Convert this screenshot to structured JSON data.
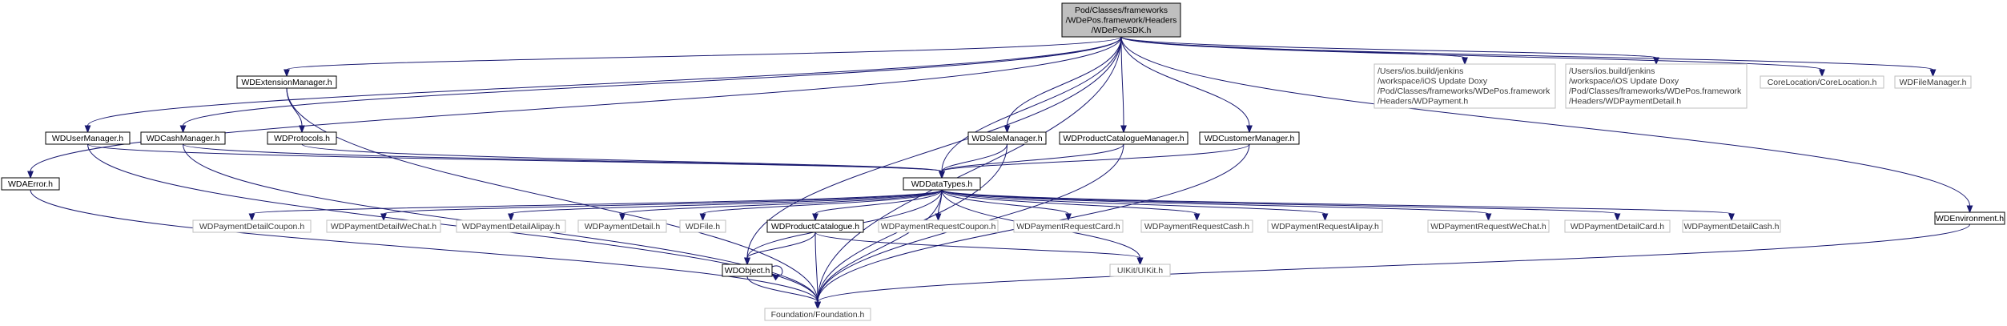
{
  "diagram": {
    "kind": "include-dependency-graph",
    "edge_color": "#191970",
    "root_fill": "#bfbfbf",
    "nodes": [
      {
        "id": "root",
        "lines": [
          "Pod/Classes/frameworks",
          "/WDePos.framework/Headers",
          "/WDePosSDK.h"
        ],
        "style": "root"
      },
      {
        "id": "ext",
        "lines": [
          "WDExtensionManager.h"
        ],
        "style": "solid"
      },
      {
        "id": "user",
        "lines": [
          "WDUserManager.h"
        ],
        "style": "solid"
      },
      {
        "id": "cash",
        "lines": [
          "WDCashManager.h"
        ],
        "style": "solid"
      },
      {
        "id": "proto",
        "lines": [
          "WDProtocols.h"
        ],
        "style": "solid"
      },
      {
        "id": "err",
        "lines": [
          "WDAError.h"
        ],
        "style": "solid"
      },
      {
        "id": "sale",
        "lines": [
          "WDSaleManager.h"
        ],
        "style": "solid"
      },
      {
        "id": "pcm",
        "lines": [
          "WDProductCatalogueManager.h"
        ],
        "style": "solid"
      },
      {
        "id": "cust",
        "lines": [
          "WDCustomerManager.h"
        ],
        "style": "solid"
      },
      {
        "id": "pay1",
        "lines": [
          "/Users/ios.build/jenkins",
          "/workspace/iOS Update Doxy",
          "/Pod/Classes/frameworks/WDePos.framework",
          "/Headers/WDPayment.h"
        ],
        "style": "dim"
      },
      {
        "id": "pay2",
        "lines": [
          "/Users/ios.build/jenkins",
          "/workspace/iOS Update Doxy",
          "/Pod/Classes/frameworks/WDePos.framework",
          "/Headers/WDPaymentDetail.h"
        ],
        "style": "dim"
      },
      {
        "id": "coreloc",
        "lines": [
          "CoreLocation/CoreLocation.h"
        ],
        "style": "dim"
      },
      {
        "id": "filemgr",
        "lines": [
          "WDFileManager.h"
        ],
        "style": "dim"
      },
      {
        "id": "env",
        "lines": [
          "WDEnvironment.h"
        ],
        "style": "solid"
      },
      {
        "id": "types",
        "lines": [
          "WDDataTypes.h"
        ],
        "style": "solid"
      },
      {
        "id": "dcoupon",
        "lines": [
          "WDPaymentDetailCoupon.h"
        ],
        "style": "dim"
      },
      {
        "id": "dwechat",
        "lines": [
          "WDPaymentDetailWeChat.h"
        ],
        "style": "dim"
      },
      {
        "id": "dalipay",
        "lines": [
          "WDPaymentDetailAlipay.h"
        ],
        "style": "dim"
      },
      {
        "id": "pdetail",
        "lines": [
          "WDPaymentDetail.h"
        ],
        "style": "dim"
      },
      {
        "id": "wdfile",
        "lines": [
          "WDFile.h"
        ],
        "style": "dim"
      },
      {
        "id": "pcat",
        "lines": [
          "WDProductCatalogue.h"
        ],
        "style": "solid"
      },
      {
        "id": "rcoupon",
        "lines": [
          "WDPaymentRequestCoupon.h"
        ],
        "style": "dim"
      },
      {
        "id": "rcard",
        "lines": [
          "WDPaymentRequestCard.h"
        ],
        "style": "dim"
      },
      {
        "id": "rcash",
        "lines": [
          "WDPaymentRequestCash.h"
        ],
        "style": "dim"
      },
      {
        "id": "ralipay",
        "lines": [
          "WDPaymentRequestAlipay.h"
        ],
        "style": "dim"
      },
      {
        "id": "rwechat",
        "lines": [
          "WDPaymentRequestWeChat.h"
        ],
        "style": "dim"
      },
      {
        "id": "dcard",
        "lines": [
          "WDPaymentDetailCard.h"
        ],
        "style": "dim"
      },
      {
        "id": "dcash",
        "lines": [
          "WDPaymentDetailCash.h"
        ],
        "style": "dim"
      },
      {
        "id": "obj",
        "lines": [
          "WDObject.h"
        ],
        "style": "solid"
      },
      {
        "id": "uikit",
        "lines": [
          "UIKit/UIKit.h"
        ],
        "style": "dim"
      },
      {
        "id": "found",
        "lines": [
          "Foundation/Foundation.h"
        ],
        "style": "dim"
      }
    ],
    "edges": [
      [
        "root",
        "ext"
      ],
      [
        "root",
        "user"
      ],
      [
        "root",
        "cash"
      ],
      [
        "root",
        "err"
      ],
      [
        "root",
        "types"
      ],
      [
        "root",
        "sale"
      ],
      [
        "root",
        "pcm"
      ],
      [
        "root",
        "cust"
      ],
      [
        "root",
        "pay1"
      ],
      [
        "root",
        "pay2"
      ],
      [
        "root",
        "coreloc"
      ],
      [
        "root",
        "filemgr"
      ],
      [
        "root",
        "found"
      ],
      [
        "root",
        "env"
      ],
      [
        "root",
        "obj"
      ],
      [
        "ext",
        "proto"
      ],
      [
        "ext",
        "found"
      ],
      [
        "user",
        "types"
      ],
      [
        "user",
        "found"
      ],
      [
        "cash",
        "types"
      ],
      [
        "cash",
        "found"
      ],
      [
        "proto",
        "types"
      ],
      [
        "err",
        "found"
      ],
      [
        "sale",
        "types"
      ],
      [
        "sale",
        "found"
      ],
      [
        "pcm",
        "types"
      ],
      [
        "pcm",
        "found"
      ],
      [
        "cust",
        "types"
      ],
      [
        "cust",
        "found"
      ],
      [
        "env",
        "found"
      ],
      [
        "types",
        "dcoupon"
      ],
      [
        "types",
        "dwechat"
      ],
      [
        "types",
        "dalipay"
      ],
      [
        "types",
        "pdetail"
      ],
      [
        "types",
        "wdfile"
      ],
      [
        "types",
        "pcat"
      ],
      [
        "types",
        "obj"
      ],
      [
        "types",
        "rcoupon"
      ],
      [
        "types",
        "rcard"
      ],
      [
        "types",
        "rcash"
      ],
      [
        "types",
        "ralipay"
      ],
      [
        "types",
        "rwechat"
      ],
      [
        "types",
        "dcard"
      ],
      [
        "types",
        "dcash"
      ],
      [
        "types",
        "uikit"
      ],
      [
        "types",
        "found"
      ],
      [
        "pcat",
        "obj"
      ],
      [
        "pcat",
        "found"
      ],
      [
        "pcat",
        "uikit"
      ],
      [
        "obj",
        "obj"
      ],
      [
        "obj",
        "found"
      ]
    ]
  }
}
